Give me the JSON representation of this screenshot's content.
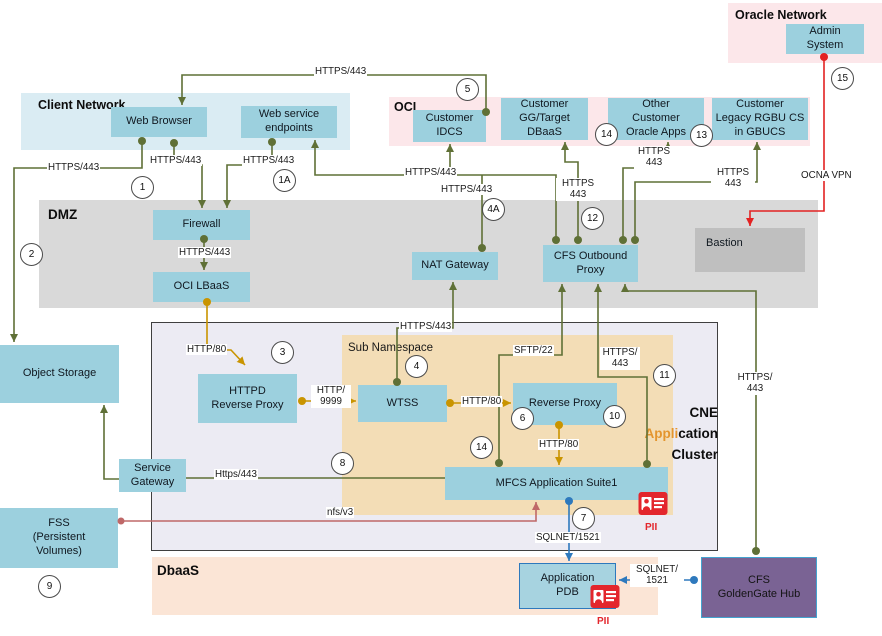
{
  "regions": {
    "client_network": {
      "label": "Client Network"
    },
    "oci": {
      "label": "OCI"
    },
    "oracle_network": {
      "label": "Oracle Network"
    },
    "dmz": {
      "label": "DMZ"
    },
    "sub_namespace": {
      "label": "Sub Namespace"
    },
    "dbaas": {
      "label": "DbaaS"
    },
    "cne_cluster": {
      "line1": "CNE",
      "accent": "Appli",
      "rest": "cation",
      "line3": "Cluster"
    }
  },
  "nodes": {
    "web_browser": "Web Browser",
    "web_service_endpoints": "Web service\nendpoints",
    "admin_system": "Admin\nSystem",
    "customer_idcs": "Customer\nIDCS",
    "customer_gg_target_dbaas": "Customer\nGG/Target\nDBaaS",
    "other_customer_oracle_apps": "Other\nCustomer\nOracle Apps",
    "customer_legacy_rgbu": "Customer\nLegacy RGBU CS\nin GBUCS",
    "firewall": "Firewall",
    "oci_lbaas": "OCI LBaaS",
    "nat_gateway": "NAT Gateway",
    "cfs_outbound_proxy": "CFS Outbound\nProxy",
    "bastion": "Bastion",
    "object_storage": "Object Storage",
    "httpd_reverse_proxy": "HTTPD\nReverse Proxy",
    "wtss": "WTSS",
    "reverse_proxy": "Reverse Proxy",
    "mfcs_application_suite": "MFCS Application Suite1",
    "service_gateway": "Service\nGateway",
    "fss": "FSS\n(Persistent\nVolumes)",
    "application_pdb": "Application\nPDB",
    "cfs_goldengate_hub": "CFS\nGoldenGate Hub"
  },
  "edge_labels": {
    "https443_top": "HTTPS/443",
    "https443_left": "HTTPS/443",
    "https443_browser": "HTTPS/443",
    "https443_endpoints": "HTTPS/443",
    "https443_mid": "HTTPS/443",
    "https443_nat_branch": "HTTPS/443",
    "https443_firewall": "HTTPS/443",
    "https443_gg": "HTTPS\n443",
    "https443_oracle_apps": "HTTPS\n443",
    "https443_legacy": "HTTPS\n443",
    "https443_wtss_nat": "HTTPS/443",
    "https443_mfcs_proxy": "HTTPS/\n443",
    "https443_hub_proxy": "HTTPS/\n443",
    "https443_service_gw": "Https/443",
    "ocna_vpn": "OCNA VPN",
    "http80_lbaas": "HTTP/80",
    "http9999": "HTTP/\n9999",
    "http80_wtss": "HTTP/80",
    "http80_rp": "HTTP/80",
    "sftp22": "SFTP/22",
    "nfsv3": "nfs/v3",
    "sqlnet_mfcs": "SQLNET/1521",
    "sqlnet_hub": "SQLNET/\n1521"
  },
  "badges": {
    "c1": "1",
    "c1a": "1A",
    "c2": "2",
    "c3": "3",
    "c4": "4",
    "c4a": "4A",
    "c5": "5",
    "c6": "6",
    "c7": "7",
    "c8": "8",
    "c9": "9",
    "c10": "10",
    "c11": "11",
    "c12": "12",
    "c13": "13",
    "c14_oci": "14",
    "c14_cluster": "14",
    "c15": "15"
  },
  "pii_label": "PII",
  "colors": {
    "node_teal": "#9cd0de",
    "line_olive": "#5f7036",
    "line_orange": "#c99400",
    "line_blue": "#2e79bd",
    "line_red": "#e32222",
    "line_rose": "#bf6868",
    "hub_purple": "#7a6394",
    "pii_red": "#e3262c"
  }
}
